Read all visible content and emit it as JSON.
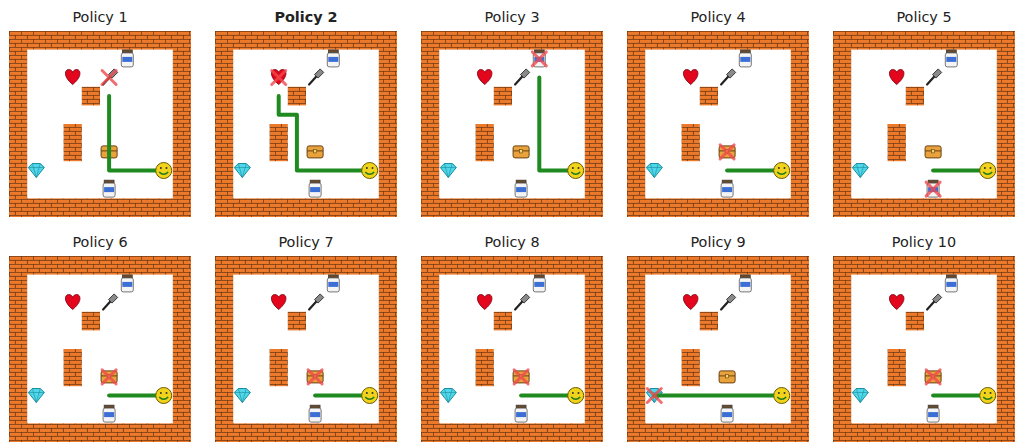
{
  "diagram": {
    "nodes": [
      {
        "text": [
          "Policy 1"
        ]
      },
      {
        "text": [
          "Policy 2"
        ]
      },
      {
        "text": [
          "Policy 3"
        ]
      },
      {
        "text": [
          "Policy 4"
        ]
      },
      {
        "text": [
          "Policy 5"
        ]
      },
      {
        "text": [
          "Policy 6"
        ]
      },
      {
        "text": [
          "Policy 7"
        ]
      },
      {
        "text": [
          "Policy 8"
        ]
      },
      {
        "text": [
          "Policy 9"
        ]
      },
      {
        "text": [
          "Policy 10"
        ]
      }
    ]
  }
}
